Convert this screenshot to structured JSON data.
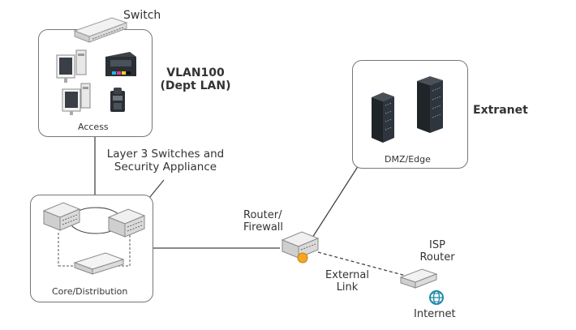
{
  "labels": {
    "switch": "Switch",
    "vlan_line1": "VLAN100",
    "vlan_line2": "(Dept LAN)",
    "access": "Access",
    "l3_line1": "Layer 3 Switches and",
    "l3_line2": "Security Appliance",
    "core": "Core/Distribution",
    "router_line1": "Router/",
    "router_line2": "Firewall",
    "external_line1": "External",
    "external_line2": "Link",
    "isp_line1": "ISP",
    "isp_line2": "Router",
    "internet": "Internet",
    "dmz": "DMZ/Edge",
    "extranet": "Extranet"
  },
  "icons": {
    "switch": "network-switch-icon",
    "desktop": "desktop-computer-icon",
    "printer": "printer-icon",
    "phone": "ip-phone-icon",
    "server": "server-rack-icon",
    "router": "router-firewall-icon",
    "isp_router": "isp-router-icon",
    "internet": "globe-icon"
  },
  "colors": {
    "line": "#444444",
    "box_border": "#777777",
    "device_light": "#e6e6e6",
    "device_dark": "#2a2f35",
    "firewall_accent": "#f5a623",
    "globe": "#1f8aa8"
  }
}
